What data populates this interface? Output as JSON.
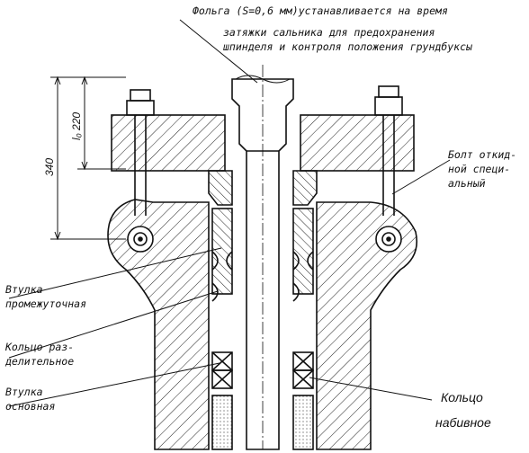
{
  "labels": {
    "foil_line1": "Фольга (S=0,6 мм)устанавливается на время",
    "foil_line2": "затяжки сальника для предохранения",
    "foil_line3": "шпинделя и контроля положения грундбуксы",
    "bolt_line1": "Болт откид-",
    "bolt_line2": "ной специ-",
    "bolt_line3": "альный",
    "bush_mid_line1": "Втулка",
    "bush_mid_line2": "промежуточная",
    "ring_sep_line1": "Кольцо раз-",
    "ring_sep_line2": "делительное",
    "bush_base_line1": "Втулка",
    "bush_base_line2": "основная",
    "ring_pack_line1": "Кольцо",
    "ring_pack_line2": "набивное"
  },
  "dimensions": {
    "overall": "340",
    "gland": "l₀ 220"
  }
}
